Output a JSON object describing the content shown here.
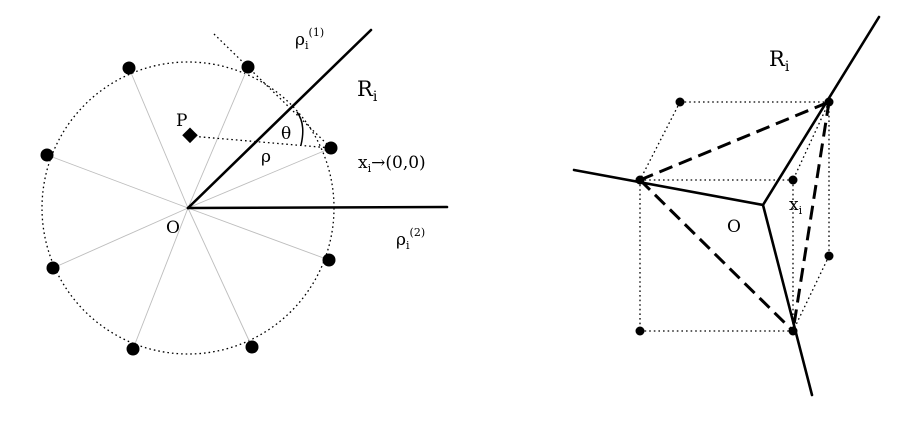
{
  "left_panel": {
    "label_rho1": "ρ",
    "label_rho1_sub": "i",
    "label_rho1_sup": "(1)",
    "label_rho2": "ρ",
    "label_rho2_sub": "i",
    "label_rho2_sup": "(2)",
    "label_R": "R",
    "label_R_sub": "i",
    "label_P": "P",
    "label_theta": "θ",
    "label_rho": "ρ",
    "label_x": "x",
    "label_x_sub": "i",
    "label_x_map": "→(0,0)",
    "label_O": "O"
  },
  "right_panel": {
    "label_R": "R",
    "label_R_sub": "i",
    "label_x": "x",
    "label_x_sub": "i",
    "label_O": "O"
  }
}
